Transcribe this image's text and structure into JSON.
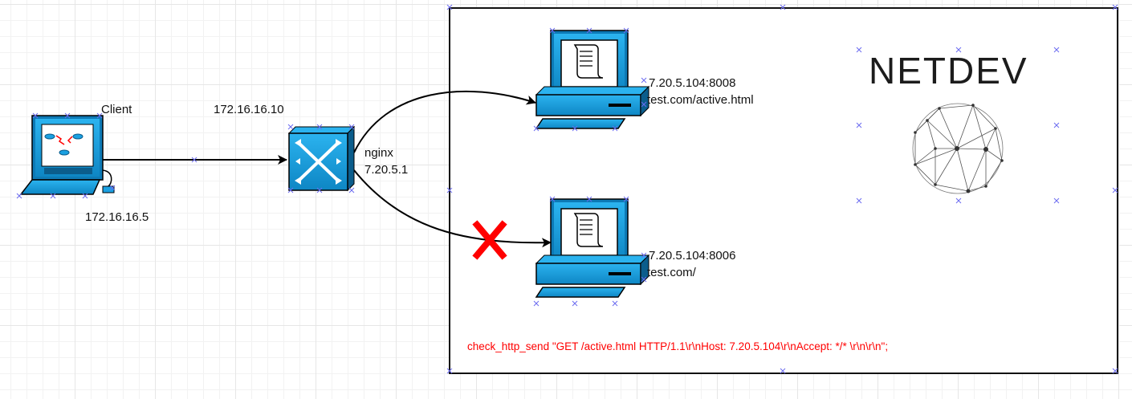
{
  "client": {
    "name": "Client",
    "ip": "172.16.16.5",
    "gateway_ip": "172.16.16.10"
  },
  "nginx": {
    "name": "nginx",
    "ip": "7.20.5.1"
  },
  "servers": [
    {
      "address": "7.20.5.104:8008",
      "url": "test.com/active.html",
      "status": "reachable"
    },
    {
      "address": "7.20.5.104:8006",
      "url": "test.com/",
      "status": "failed"
    }
  ],
  "logo": {
    "text": "NETDEV"
  },
  "health_check": {
    "command": "check_http_send \"GET /active.html HTTP/1.1\\r\\nHost: 7.20.5.104\\r\\nAccept: */* \\r\\n\\r\\n\";"
  },
  "colors": {
    "device_blue": "#1ba1e2",
    "device_dark": "#0b5d8c",
    "error_red": "#ff0000",
    "line": "#000000"
  },
  "icons": [
    "laptop-icon",
    "switch-icon",
    "server-icon",
    "netdev-sphere-icon",
    "fail-x-icon"
  ]
}
